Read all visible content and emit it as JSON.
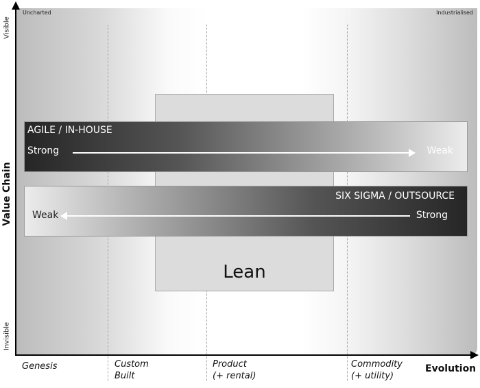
{
  "corners": {
    "top_left": "Uncharted",
    "top_right": "Industrialised"
  },
  "y_axis": {
    "label": "Value Chain",
    "top": "Visible",
    "bottom": "Invisible"
  },
  "x_axis": {
    "label": "Evolution",
    "stages": [
      "Genesis",
      "Custom Built",
      "Product (+ rental)",
      "Commodity (+ utility)"
    ],
    "stage_lines": [
      [
        "Genesis"
      ],
      [
        "Custom",
        "Built"
      ],
      [
        "Product",
        "(+ rental)"
      ],
      [
        "Commodity",
        "(+ utility)"
      ]
    ]
  },
  "agile": {
    "title": "AGILE / IN-HOUSE",
    "left": "Strong",
    "right": "Weak"
  },
  "six_sigma": {
    "title": "SIX  SIGMA / OUTSOURCE",
    "left": "Weak",
    "right": "Strong"
  },
  "lean": {
    "title": "Lean"
  }
}
